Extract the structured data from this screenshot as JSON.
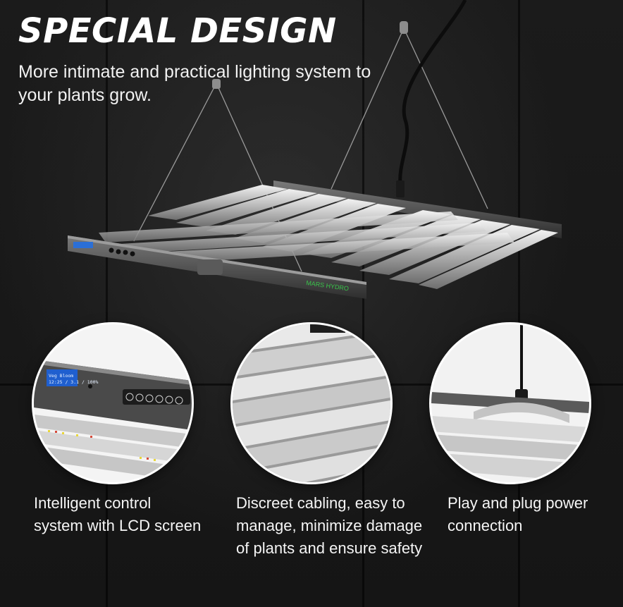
{
  "header": {
    "title": "SPECIAL DESIGN",
    "subtitle": "More intimate and practical lighting system to your plants grow."
  },
  "product": {
    "brand_mark": "MARS HYDRO",
    "accent_color": "#39c24a"
  },
  "features": [
    {
      "caption": "Intelligent control system with LCD screen",
      "lcd_text_line1": "Veg  Bloom",
      "lcd_text_line2": "12:25 / 3.1 / 100%"
    },
    {
      "caption": "Discreet cabling, easy to manage, minimize damage of plants and ensure safety"
    },
    {
      "caption": "Play and plug power connection"
    }
  ]
}
